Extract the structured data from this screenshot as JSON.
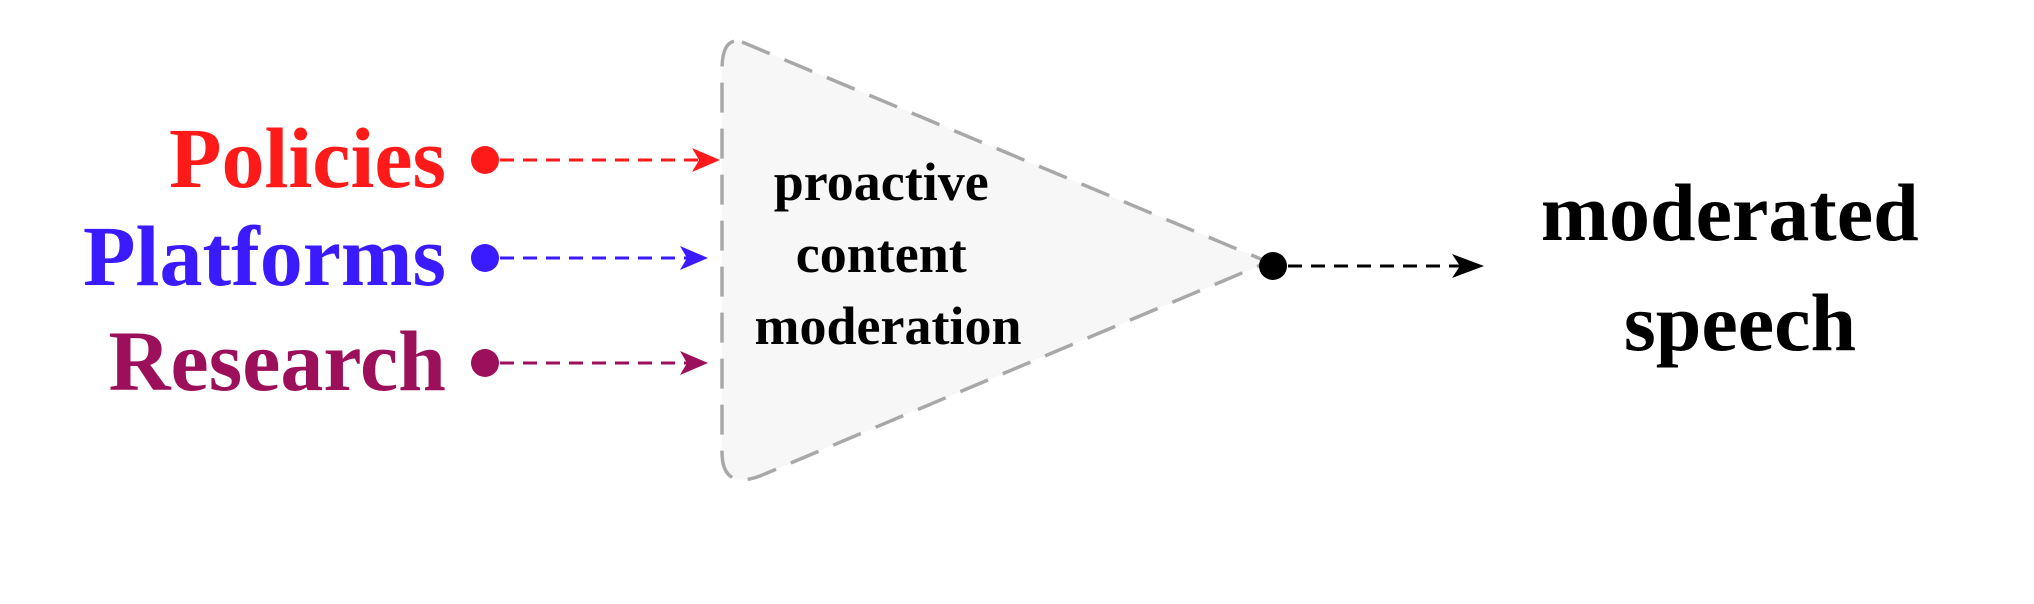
{
  "inputs": [
    {
      "label": "Policies",
      "color": "#ff1a1a"
    },
    {
      "label": "Platforms",
      "color": "#3a1aff"
    },
    {
      "label": "Research",
      "color": "#9c0f5a"
    }
  ],
  "process": {
    "lines": [
      "proactive",
      "content",
      "moderation"
    ],
    "fill": "#f7f7f7",
    "border_color": "#a8a8a8"
  },
  "output": {
    "lines": [
      "moderated",
      "speech"
    ],
    "color": "#000000"
  }
}
